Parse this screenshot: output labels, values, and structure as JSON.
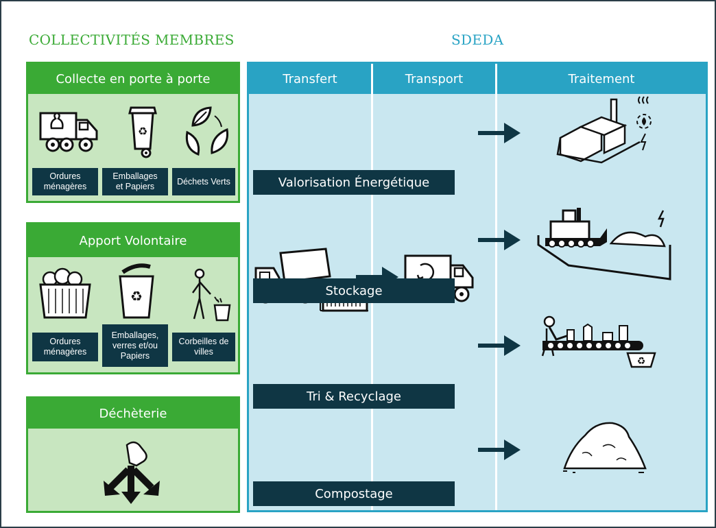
{
  "headers": {
    "left": "COLLECTIVITÉS MEMBRES",
    "right": "SDEDA"
  },
  "panels": {
    "porte_a_porte": {
      "title": "Collecte en porte à porte",
      "labels": [
        "Ordures\nménagères",
        "Emballages\net Papiers",
        "Déchets Verts"
      ]
    },
    "apport_volontaire": {
      "title": "Apport Volontaire",
      "labels": [
        "Ordures\nménagères",
        "Emballages,\nverres et/ou\nPapiers",
        "Corbeilles de\nvilles"
      ]
    },
    "decheterie": {
      "title": "Déchèterie"
    }
  },
  "columns": [
    "Transfert",
    "Transport",
    "Traitement"
  ],
  "treatments": [
    "Valorisation Énergétique",
    "Stockage",
    "Tri & Recyclage",
    "Compostage"
  ],
  "colors": {
    "green": "#3aaa35",
    "light_green": "#c8e6c0",
    "blue": "#29a3c4",
    "light_blue": "#c9e7f0",
    "navy": "#0f3644"
  }
}
